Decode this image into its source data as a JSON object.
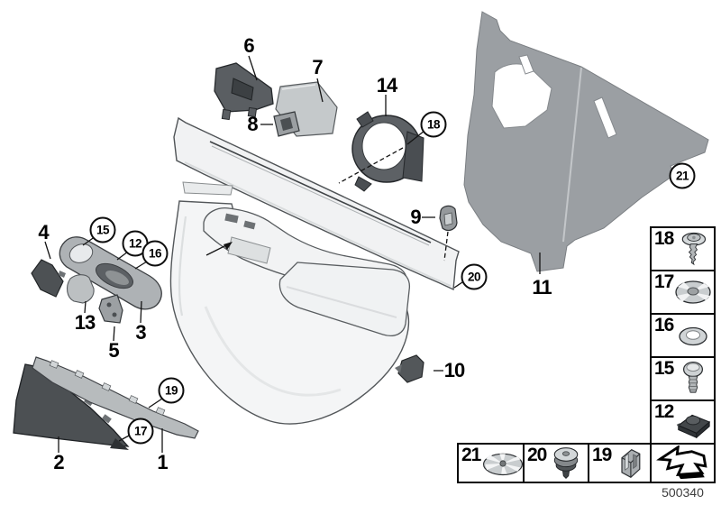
{
  "diagram": {
    "id_label": "500340",
    "callouts": {
      "n1": "1",
      "n2": "2",
      "n3": "3",
      "n4": "4",
      "n5": "5",
      "n6": "6",
      "n7": "7",
      "n8": "8",
      "n9": "9",
      "n10": "10",
      "n11": "11",
      "n13": "13",
      "n14": "14",
      "c12": "12",
      "c15": "15",
      "c16": "16",
      "c17": "17",
      "c18": "18",
      "c19": "19",
      "c20": "20",
      "c21": "21"
    },
    "colors": {
      "part_light": "#f3f4f5",
      "part_mid": "#b7bbbd",
      "part_dark": "#4c5053",
      "insulation_gray": "#9b9fa3",
      "outline": "#1a1a1a"
    }
  },
  "fastener_table": {
    "rows": [
      {
        "num": "18",
        "icon": "flange-screw-icon"
      },
      {
        "num": "17",
        "icon": "serrated-lock-washer-icon"
      },
      {
        "num": "16",
        "icon": "flat-washer-icon"
      },
      {
        "num": "15",
        "icon": "pan-head-screw-icon"
      },
      {
        "num": "12",
        "icon": "expansion-clip-icon"
      }
    ]
  },
  "bottom_table": {
    "cells": [
      {
        "num": "21",
        "icon": "star-lock-washer-icon"
      },
      {
        "num": "20",
        "icon": "grommet-plug-icon"
      },
      {
        "num": "19",
        "icon": "spring-clip-icon"
      },
      {
        "num": "",
        "icon": "direction-arrow-icon"
      }
    ]
  }
}
